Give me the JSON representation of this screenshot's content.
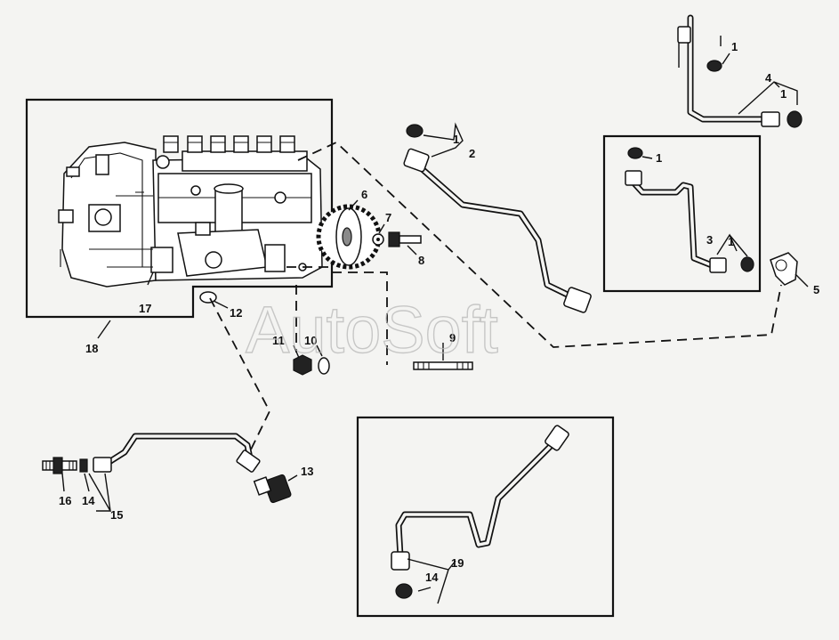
{
  "watermark": "AutoSoft",
  "callouts": {
    "c1a": "1",
    "c1b": "1",
    "c1c": "1",
    "c1d": "1",
    "c1e": "1",
    "c2": "2",
    "c3": "3",
    "c4": "4",
    "c5": "5",
    "c6": "6",
    "c7": "7",
    "c8": "8",
    "c9": "9",
    "c10": "10",
    "c11": "11",
    "c12": "12",
    "c13": "13",
    "c14a": "14",
    "c14b": "14",
    "c15": "15",
    "c16": "16",
    "c17": "17",
    "c18": "18",
    "c19": "19"
  },
  "colors": {
    "line": "#111111",
    "paper": "#f4f4f2",
    "watermark": "#b8b8b8"
  }
}
